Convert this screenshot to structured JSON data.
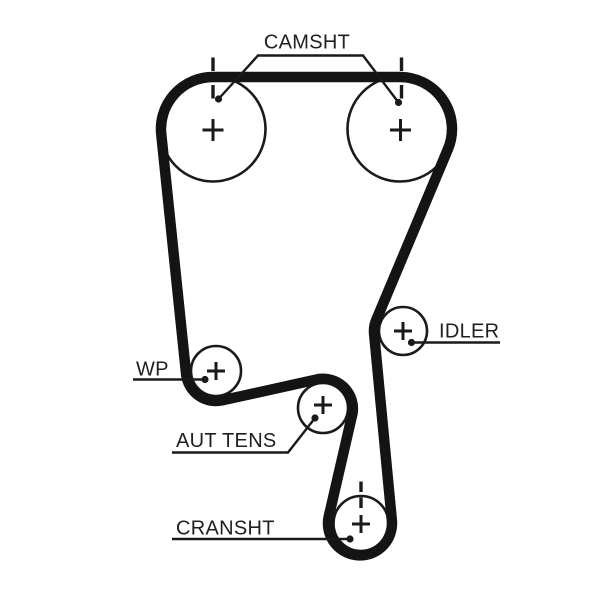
{
  "diagram": {
    "type": "timing-belt-routing-diagram",
    "background_color": "#ffffff",
    "line_color": "#1a1a1a",
    "belt_color": "#141414",
    "labels": {
      "camshaft": "CAMSHT",
      "water_pump": "WP",
      "idler": "IDLER",
      "tensioner": "AUT TENS",
      "crankshaft": "CRANSHT"
    },
    "pulleys": [
      {
        "name": "camshaft-pulley-left",
        "label": "CAMSHT",
        "marks": [
          "center-cross-icon",
          "timing-dash-mark"
        ]
      },
      {
        "name": "camshaft-pulley-right",
        "label": "CAMSHT",
        "marks": [
          "center-cross-icon",
          "timing-dash-mark"
        ]
      },
      {
        "name": "idler-pulley",
        "label": "IDLER",
        "marks": [
          "center-cross-icon"
        ]
      },
      {
        "name": "water-pump-pulley",
        "label": "WP",
        "marks": [
          "center-cross-icon"
        ]
      },
      {
        "name": "tensioner-pulley",
        "label": "AUT TENS",
        "marks": [
          "center-cross-icon"
        ]
      },
      {
        "name": "crankshaft-pulley",
        "label": "CRANSHT",
        "marks": [
          "center-cross-icon",
          "timing-dash-mark"
        ]
      }
    ]
  }
}
